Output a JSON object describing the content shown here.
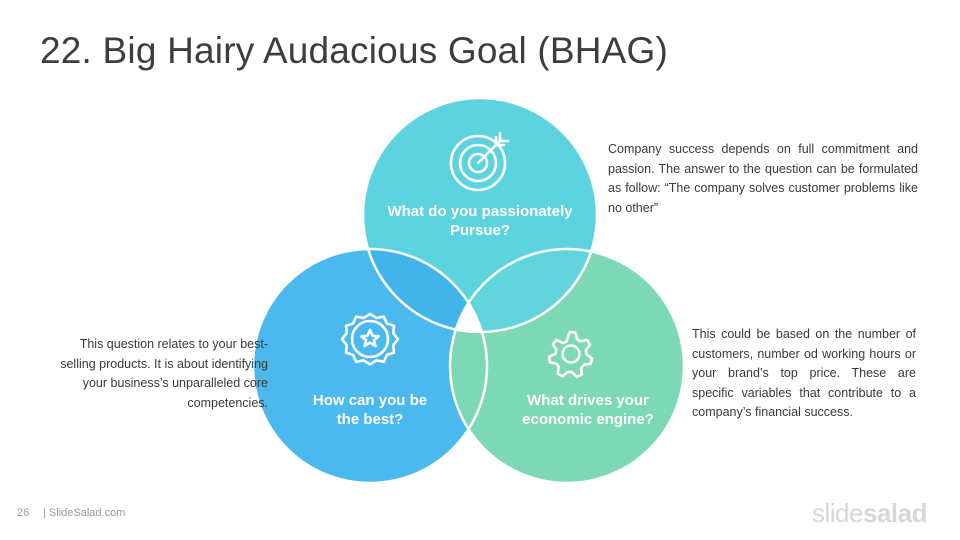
{
  "slide": {
    "title": "22. Big Hairy Audacious Goal (BHAG)",
    "page_number": "26",
    "site": "| SlideSalad.com",
    "logo": {
      "part1": "slide",
      "part2": "salad"
    }
  },
  "circles": {
    "top": {
      "label_line1": "What do you passionately",
      "label_line2": "Pursue?",
      "icon": "target-icon",
      "color": "#5dd3df"
    },
    "left": {
      "label_line1": "How can you be",
      "label_line2": "the best?",
      "icon": "star-badge-icon",
      "color": "#4bb8ee"
    },
    "right": {
      "label_line1": "What drives your",
      "label_line2": "economic engine?",
      "icon": "gear-icon",
      "color": "#7dd8b5"
    }
  },
  "descriptions": {
    "top": "Company success depends on full commitment and passion. The answer to the question can be formulated as follow: “The company solves customer problems like no other”",
    "right": "This could be based on the number of customers, number od working hours or your brand’s top price. These are specific variables that contribute to a company’s financial success.",
    "left": "This question relates to your best-selling products. It is about identifying your business’s unparalleled core competencies."
  }
}
